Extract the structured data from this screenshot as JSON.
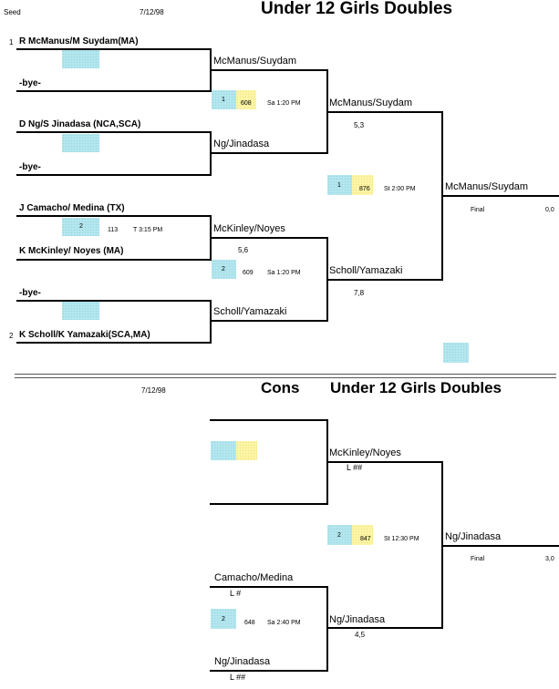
{
  "header": {
    "seed_label": "Seed",
    "date": "7/12/98",
    "title": "Under 12 Girls Doubles"
  },
  "main_draw": {
    "seeds": [
      "1",
      "2"
    ],
    "entries": [
      "R McManus/M Suydam(MA)",
      "-bye-",
      "D Ng/S Jinadasa (NCA,SCA)",
      "-bye-",
      "J Camacho/ Medina (TX)",
      "K McKinley/ Noyes (MA)",
      "-bye-",
      "K Scholl/K Yamazaki(SCA,MA)"
    ],
    "round2": [
      "McManus/Suydam",
      "Ng/Jinadasa",
      "McKinley/Noyes",
      "Scholl/Yamazaki"
    ],
    "semis": [
      "McManus/Suydam",
      "Scholl/Yamazaki"
    ],
    "final_winner": "McManus/Suydam",
    "scores": {
      "r1_match": "5,6",
      "sf_top": "5,3",
      "sf_bottom": "7,8",
      "final": "0,0"
    },
    "matches": [
      {
        "num": "2",
        "court": "113",
        "time": "T 3:15 PM"
      },
      {
        "num": "1",
        "court": "608",
        "time": "Sa 1:20 PM"
      },
      {
        "num": "2",
        "court": "609",
        "time": "Sa 1:20 PM"
      },
      {
        "num": "1",
        "court": "876",
        "time": "St 2:00 PM"
      }
    ],
    "final_label": "Final"
  },
  "cons": {
    "date": "7/12/98",
    "title_cons": "Cons",
    "title": "Under 12 Girls Doubles",
    "entries": [
      "Camacho/Medina",
      "Ng/Jinadasa"
    ],
    "entry_marks": [
      "L  #",
      "L  ##"
    ],
    "r2": [
      "McKinley/Noyes",
      "Ng/Jinadasa"
    ],
    "r2_marks": [
      "L  ##"
    ],
    "r2_score": "4,5",
    "final_winner": "Ng/Jinadasa",
    "final_label": "Final",
    "final_score": "3,0",
    "matches": [
      {
        "num": "2",
        "court": "648",
        "time": "Sa 2:40 PM"
      },
      {
        "num": "2",
        "court": "847",
        "time": "St 12:30 PM"
      }
    ]
  }
}
